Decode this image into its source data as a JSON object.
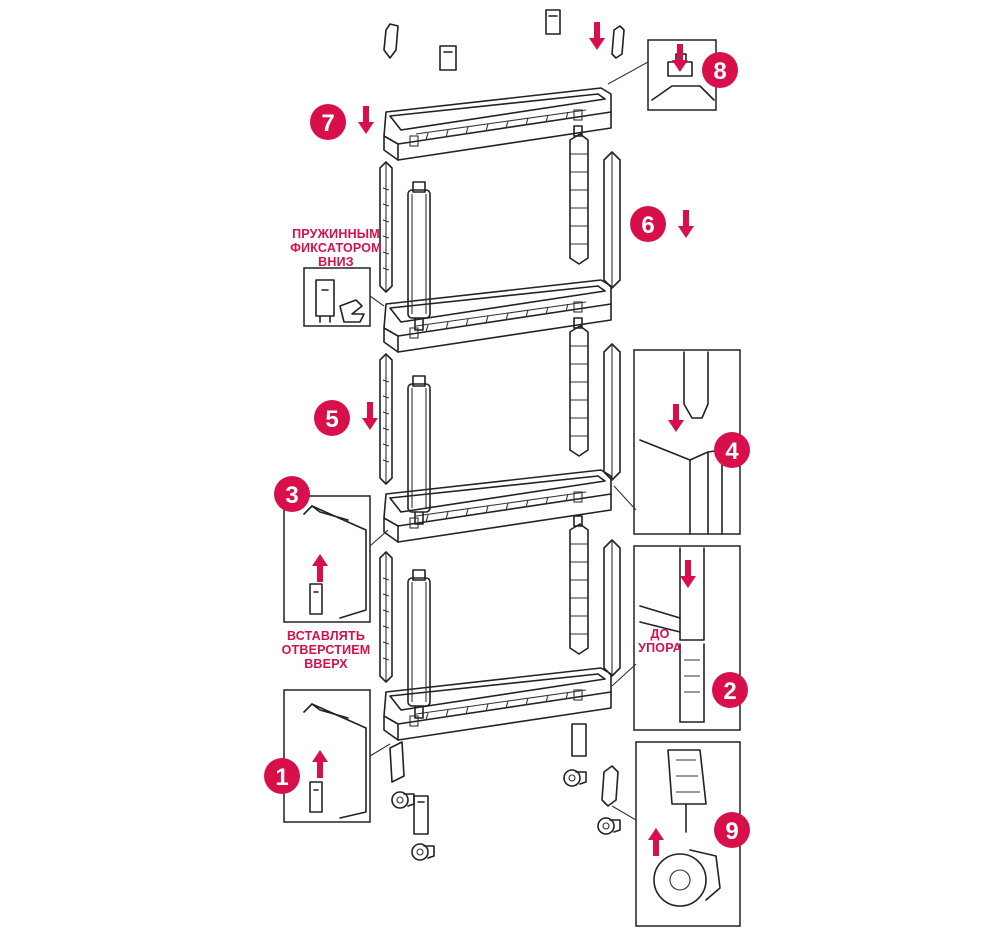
{
  "accent_color": "#d90f4c",
  "line_color": "#222222",
  "steps": [
    {
      "number": "1"
    },
    {
      "number": "2"
    },
    {
      "number": "3"
    },
    {
      "number": "4"
    },
    {
      "number": "5"
    },
    {
      "number": "6"
    },
    {
      "number": "7"
    },
    {
      "number": "8"
    },
    {
      "number": "9"
    }
  ],
  "notes": {
    "spring_lock": [
      "ПРУЖИННЫМ",
      "ФИКСАТОРОМ",
      "ВНИЗ"
    ],
    "hole_up": [
      "ВСТАВЛЯТЬ",
      "ОТВЕРСТИЕМ",
      "ВВЕРХ"
    ],
    "to_stop": [
      "ДО",
      "УПОРА"
    ]
  },
  "icons": {
    "arrow_down": "arrow-down-icon",
    "arrow_up": "arrow-up-icon",
    "caster_wheel": "caster-wheel-icon",
    "hand": "hand-icon"
  }
}
